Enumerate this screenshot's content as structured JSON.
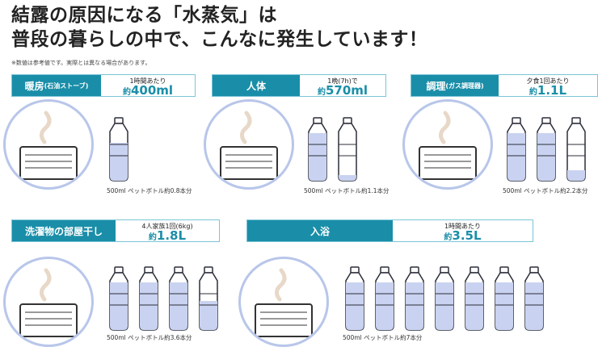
{
  "title": {
    "line1": "結露の原因になる「水蒸気」は",
    "line2": "普段の暮らしの中で、こんなに発生しています！"
  },
  "note": "※数値は参考値です。実際とは異なる場合があります。",
  "colors": {
    "accent": "#1a8ea8",
    "circle": "#b8c6ea",
    "bottle_fill": "#c9d2f0",
    "bottle_outline": "#2b2f3a"
  },
  "cards": [
    {
      "label": "暖房",
      "label_sub": "(石油ストーブ)",
      "condition": "1時間あたり",
      "prefix": "約",
      "amount": "400ml",
      "caption": "500ml ペットボトル約0.8本分",
      "bottles": 0.8,
      "illustration": "oil-stove"
    },
    {
      "label": "人体",
      "label_sub": "",
      "condition": "1晩(7h)で",
      "prefix": "約",
      "amount": "570ml",
      "caption": "500ml ペットボトル約1.1本分",
      "bottles": 1.1,
      "illustration": "sleeping-person"
    },
    {
      "label": "調理",
      "label_sub": "(ガス調理器)",
      "condition": "夕食1回あたり",
      "prefix": "約",
      "amount": "1.1L",
      "caption": "500ml ペットボトル約2.2本分",
      "bottles": 2.2,
      "illustration": "pot-on-stove"
    },
    {
      "label": "洗濯物の部屋干し",
      "label_sub": "",
      "condition": "4人家族1回(6kg)",
      "prefix": "約",
      "amount": "1.8L",
      "caption": "500ml ペットボトル約3.6本分",
      "bottles": 3.6,
      "illustration": "hanging-laundry"
    },
    {
      "label": "入浴",
      "label_sub": "",
      "condition": "1時間あたり",
      "prefix": "約",
      "amount": "3.5L",
      "caption": "500ml ペットボトル約7本分",
      "bottles": 7,
      "illustration": "bathtub"
    }
  ]
}
